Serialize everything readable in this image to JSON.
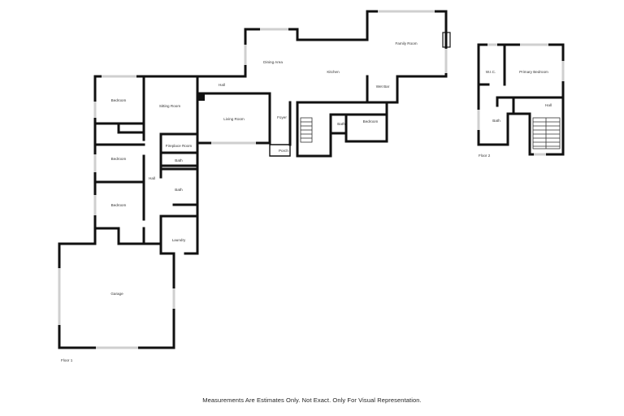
{
  "floor1": {
    "label": "Floor 1",
    "rooms": {
      "bedroom_1": "Bedroom",
      "sitting_room": "Sitting Room",
      "hall_top": "Hall",
      "living_room": "Living Room",
      "dining_area": "Dining Area",
      "kitchen": "Kitchen",
      "family_room": "Family Room",
      "wet_bar": "Wet Bar",
      "foyer": "Foyer",
      "bath_stair": "Bath",
      "bedroom_4": "Bedroom",
      "porch": "Porch",
      "fireplace_room": "Fireplace Room",
      "bath_small": "Bath",
      "bedroom_2": "Bedroom",
      "hall_side": "Hall",
      "bath_main": "Bath",
      "bedroom_3": "Bedroom",
      "laundry": "Laundry",
      "garage": "Garage"
    }
  },
  "floor2": {
    "label": "Floor 2",
    "rooms": {
      "wic": "W.I.C.",
      "primary_bedroom": "Primary Bedroom",
      "hall": "Hall",
      "bath": "Bath"
    }
  },
  "disclaimer": "Measurements Are Estimates Only. Not Exact. Only For Visual Representation."
}
